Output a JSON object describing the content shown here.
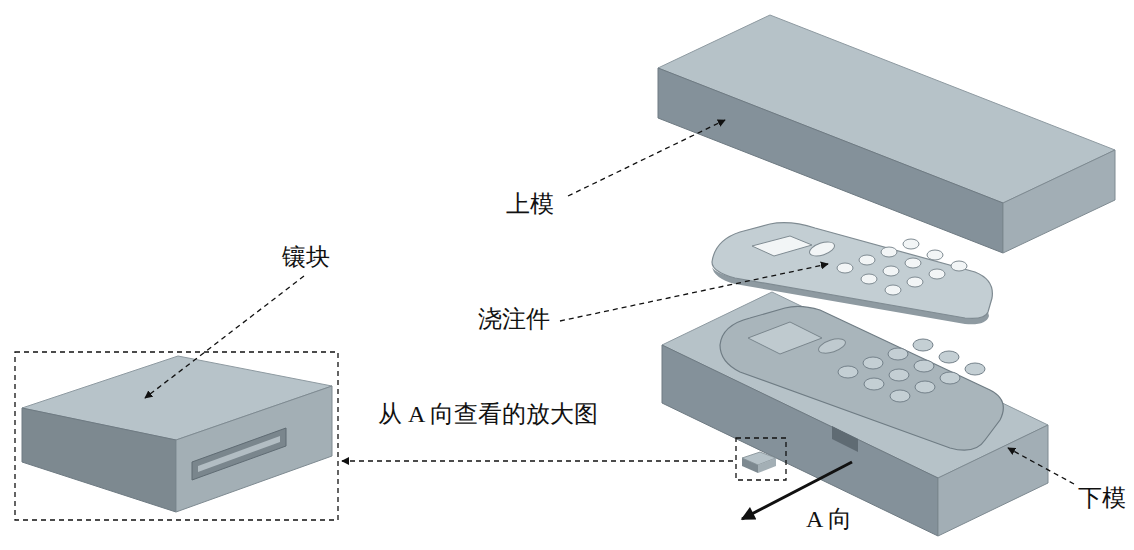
{
  "diagram": {
    "labels": [
      "上模",
      "镶块",
      "浇注件",
      "从 A 向查看的放大图",
      "下模",
      "A 向"
    ]
  }
}
